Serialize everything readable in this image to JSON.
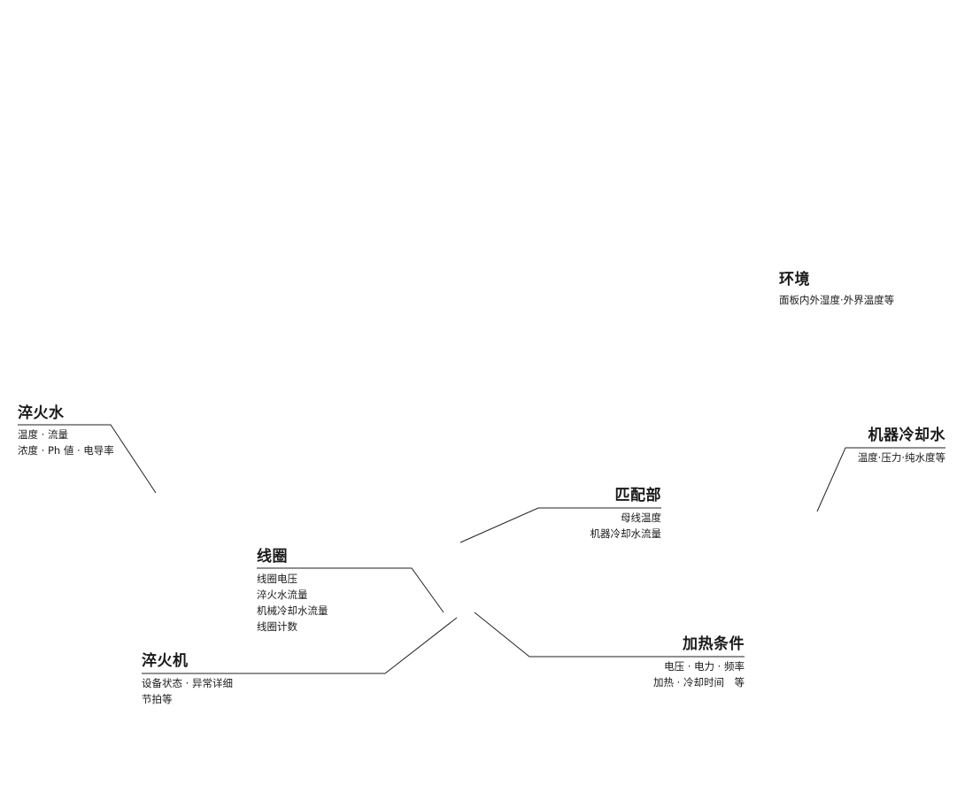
{
  "line_color": "#222222",
  "callouts": {
    "quench_water": {
      "title": "淬火水",
      "lines": [
        "温度 · 流量",
        "浓度 · Ph 値 · 电导率"
      ]
    },
    "coil": {
      "title": "线圈",
      "lines": [
        "线圈电压",
        "淬火水流量",
        "机械冷却水流量",
        "线圈计数"
      ]
    },
    "quench_machine": {
      "title": "淬火机",
      "lines": [
        "设备状态 · 异常详细",
        "节拍等"
      ]
    },
    "matching": {
      "title": "匹配部",
      "lines": [
        "母线温度",
        "机器冷却水流量"
      ]
    },
    "heating": {
      "title": "加热条件",
      "lines": [
        "电压 · 电力 · 频率",
        "加热 · 冷却时间　等"
      ]
    },
    "environment": {
      "title": "环境",
      "lines": [
        "面板内外湿度·外界温度等"
      ]
    },
    "machine_cooling": {
      "title": "机器冷却水",
      "lines": [
        "温度·压力·纯水度等"
      ]
    }
  }
}
